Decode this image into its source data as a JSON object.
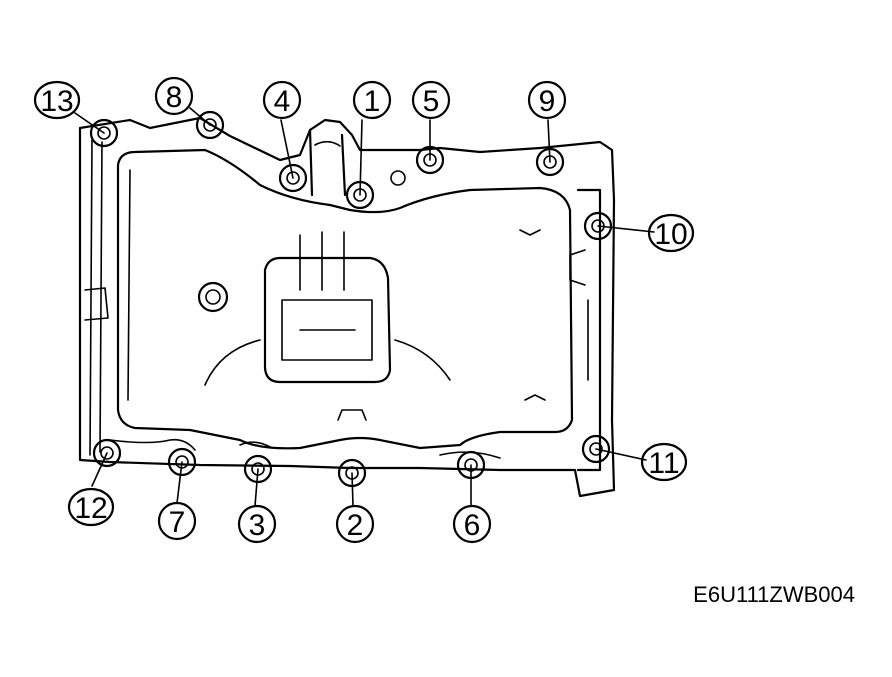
{
  "figure_code": "E6U111ZWB004",
  "callouts": [
    {
      "label": "1"
    },
    {
      "label": "2"
    },
    {
      "label": "3"
    },
    {
      "label": "4"
    },
    {
      "label": "5"
    },
    {
      "label": "6"
    },
    {
      "label": "7"
    },
    {
      "label": "8"
    },
    {
      "label": "9"
    },
    {
      "label": "10"
    },
    {
      "label": "11"
    },
    {
      "label": "12"
    },
    {
      "label": "13"
    }
  ]
}
